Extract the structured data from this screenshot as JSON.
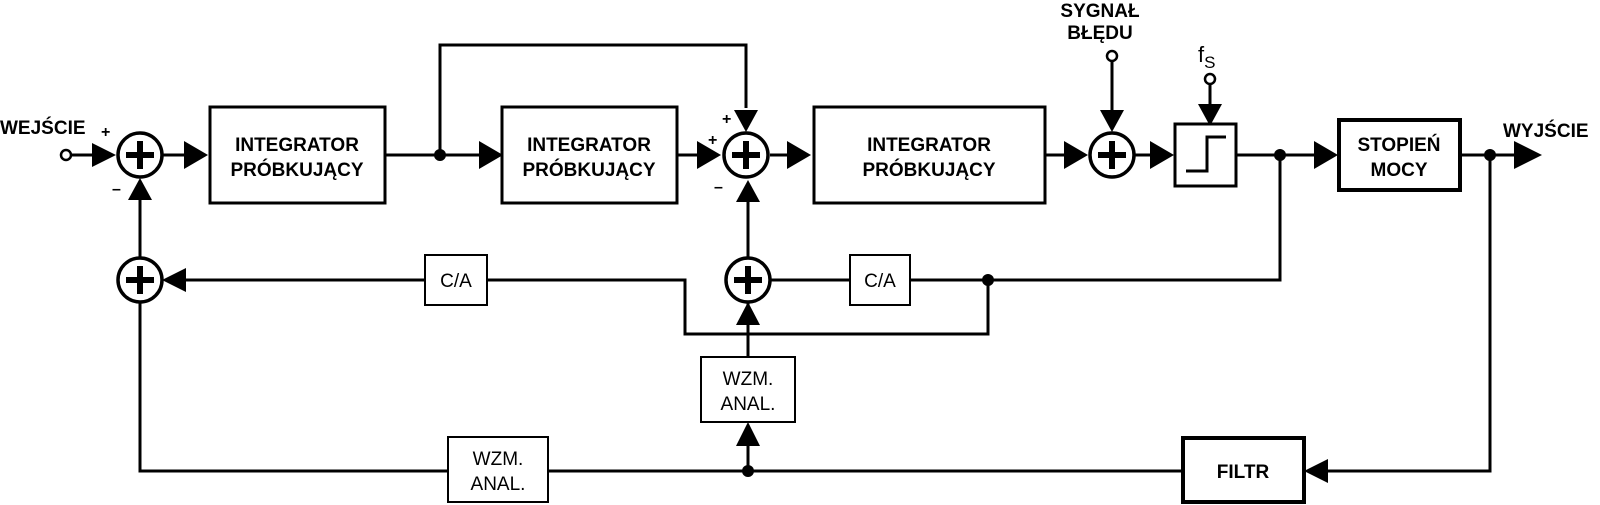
{
  "labels": {
    "input": "WEJŚCIE",
    "output": "WYJŚCIE",
    "error_signal_line1": "SYGNAŁ",
    "error_signal_line2": "BŁĘDU",
    "fs_main": "f",
    "fs_sub": "S"
  },
  "blocks": {
    "integrator1": [
      "INTEGRATOR",
      "PRÓBKUJĄCY"
    ],
    "integrator2": [
      "INTEGRATOR",
      "PRÓBKUJĄCY"
    ],
    "integrator3": [
      "INTEGRATOR",
      "PRÓBKUJĄCY"
    ],
    "power_stage": [
      "STOPIEŃ",
      "MOCY"
    ],
    "dac1": "C/A",
    "dac2": "C/A",
    "amp_mid": [
      "WZM.",
      "ANAL."
    ],
    "amp_bottom": [
      "WZM.",
      "ANAL."
    ],
    "filter": "FILTR"
  },
  "signs": {
    "plus": "+",
    "minus": "–"
  }
}
